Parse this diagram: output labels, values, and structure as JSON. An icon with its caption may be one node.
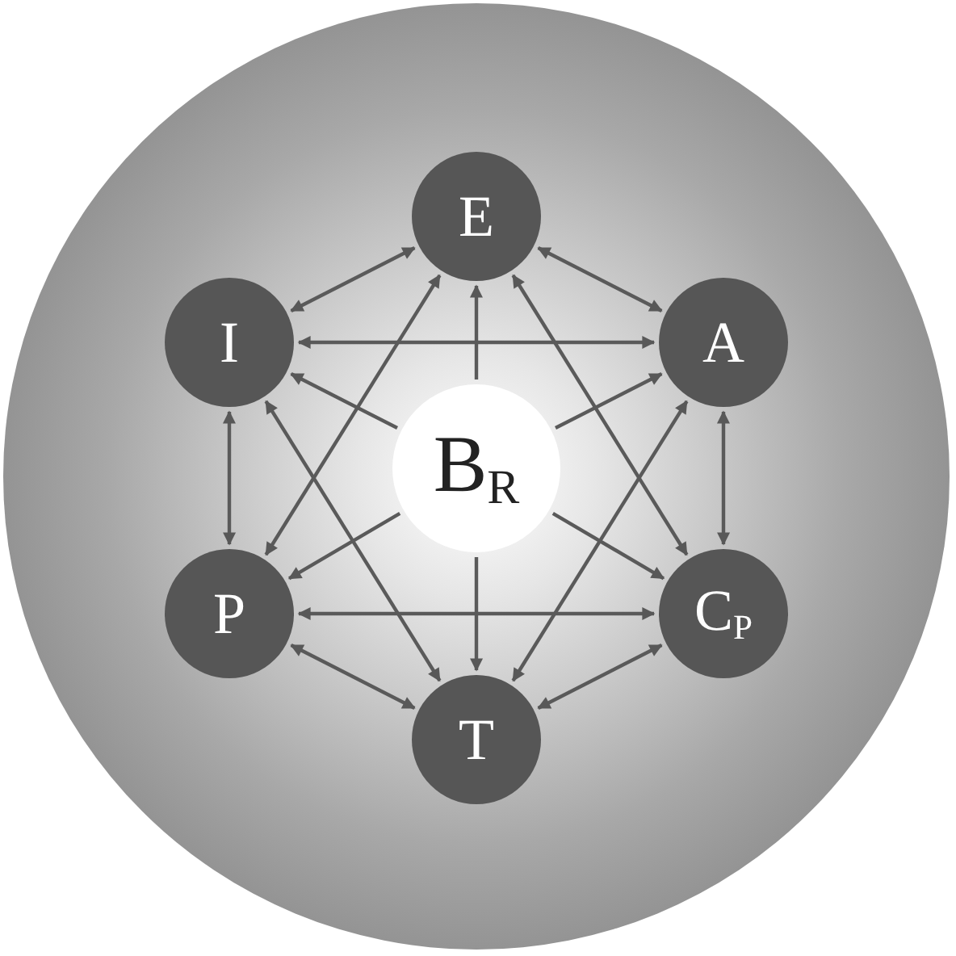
{
  "diagram": {
    "nodes": [
      {
        "text": [
          "E"
        ]
      },
      {
        "text": [
          "I"
        ]
      },
      {
        "text": [
          "A"
        ]
      },
      {
        "text": [
          "B$_{R}$"
        ]
      },
      {
        "text": [
          "P"
        ]
      },
      {
        "text": [
          "C$_{P}$"
        ]
      },
      {
        "text": [
          "T"
        ]
      }
    ],
    "edges": [
      {
        "from": 1,
        "to": 0,
        "arrow": "both"
      },
      {
        "from": 0,
        "to": 2,
        "arrow": "both"
      },
      {
        "from": 1,
        "to": 2,
        "arrow": "both"
      },
      {
        "from": 2,
        "to": 5,
        "arrow": "both"
      },
      {
        "from": 1,
        "to": 4,
        "arrow": "both"
      },
      {
        "from": 4,
        "to": 5,
        "arrow": "both"
      },
      {
        "from": 4,
        "to": 6,
        "arrow": "both"
      },
      {
        "from": 5,
        "to": 6,
        "arrow": "both"
      },
      {
        "from": 4,
        "to": 0,
        "arrow": "both"
      },
      {
        "from": 5,
        "to": 0,
        "arrow": "both"
      },
      {
        "from": 1,
        "to": 6,
        "arrow": "both"
      },
      {
        "from": 2,
        "to": 6,
        "arrow": "both"
      },
      {
        "from": 3,
        "to": 0,
        "arrow": "to"
      },
      {
        "from": 3,
        "to": 1,
        "arrow": "to"
      },
      {
        "from": 3,
        "to": 2,
        "arrow": "to"
      },
      {
        "from": 3,
        "to": 4,
        "arrow": "to"
      },
      {
        "from": 3,
        "to": 5,
        "arrow": "to"
      },
      {
        "from": 3,
        "to": 6,
        "arrow": "to"
      }
    ]
  }
}
